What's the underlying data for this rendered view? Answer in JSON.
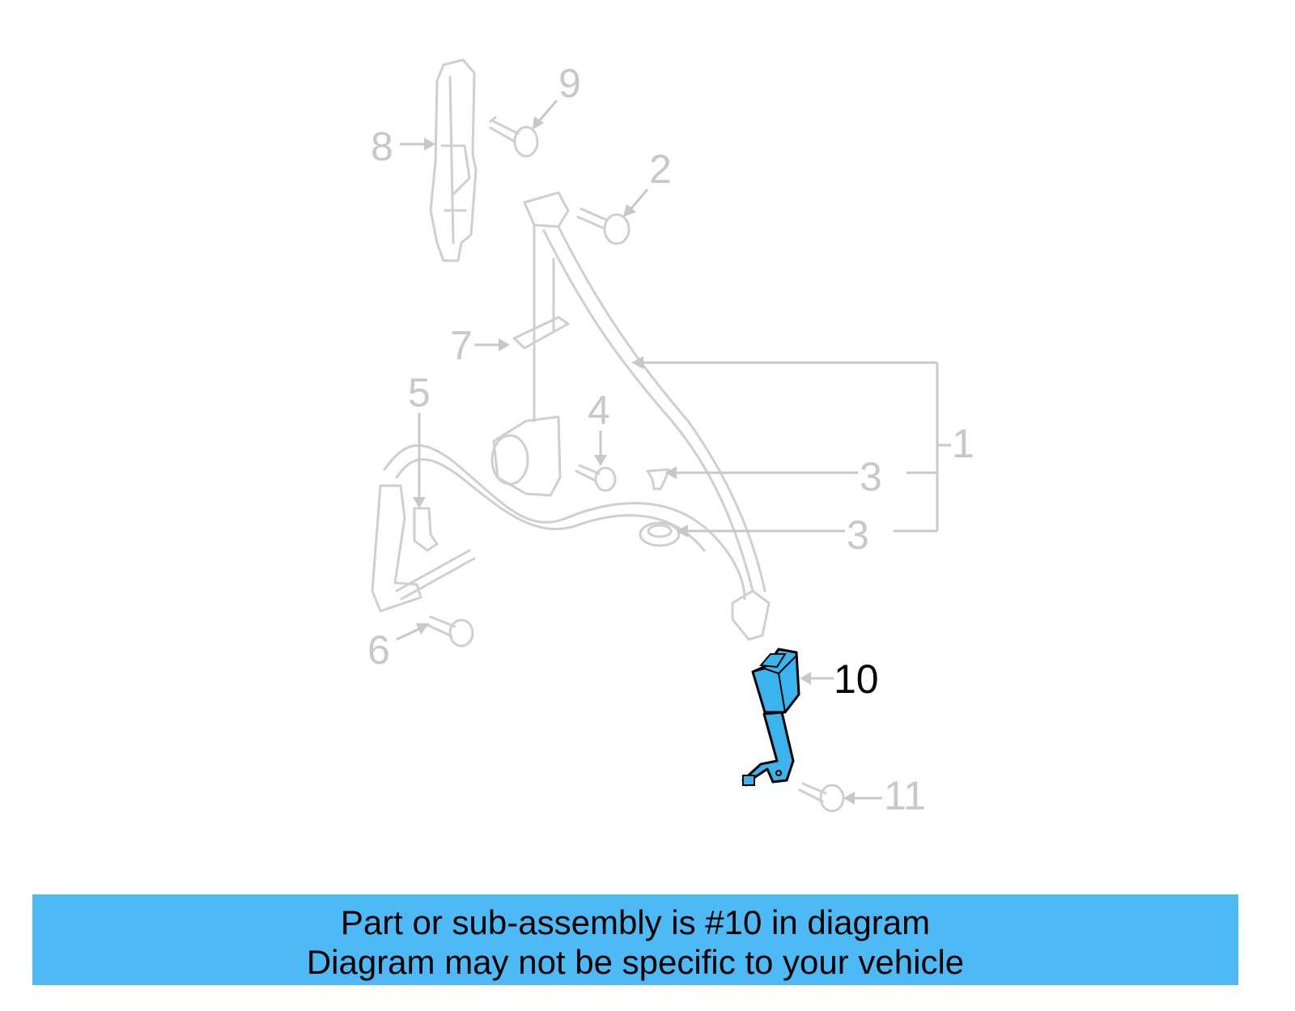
{
  "diagram": {
    "callouts": [
      {
        "number": "1",
        "highlighted": false
      },
      {
        "number": "2",
        "highlighted": false
      },
      {
        "number": "3",
        "highlighted": false
      },
      {
        "number": "3",
        "highlighted": false
      },
      {
        "number": "4",
        "highlighted": false
      },
      {
        "number": "5",
        "highlighted": false
      },
      {
        "number": "6",
        "highlighted": false
      },
      {
        "number": "7",
        "highlighted": false
      },
      {
        "number": "8",
        "highlighted": false
      },
      {
        "number": "9",
        "highlighted": false
      },
      {
        "number": "10",
        "highlighted": true
      },
      {
        "number": "11",
        "highlighted": false
      }
    ],
    "highlight_color": "#3BB4EE",
    "inactive_color": "#C8C8C8"
  },
  "banner": {
    "line1": "Part or sub-assembly is #10 in diagram",
    "line2": "Diagram may not be specific to your vehicle",
    "background_color": "#4DB9F5"
  }
}
